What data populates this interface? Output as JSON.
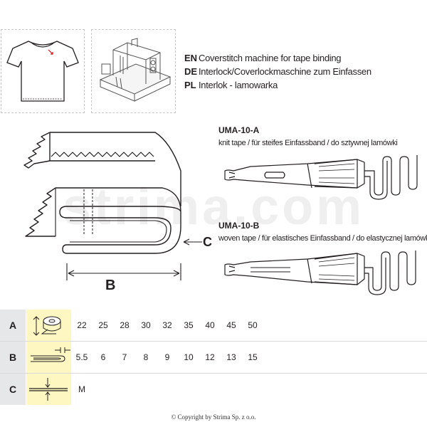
{
  "languages": [
    {
      "code": "EN",
      "text": "Coverstitch machine for tape binding"
    },
    {
      "code": "DE",
      "text": "Interlock/Coverlockmaschine zum Einfassen"
    },
    {
      "code": "PL",
      "text": "Interlok - lamowarka"
    }
  ],
  "models": [
    {
      "title": "UMA-10-A",
      "desc": "knit tape / für steifes Einfassband / do sztywnej lamówki"
    },
    {
      "title": "UMA-10-B",
      "desc": "woven tape / für elastisches Einfassband / do elastycznej lamówki"
    }
  ],
  "diagram_labels": {
    "b": "B",
    "c": "C"
  },
  "watermark": "strima.com",
  "table": {
    "rows": [
      {
        "letter": "A",
        "icon": "tape-roll-width-icon",
        "values": [
          "22",
          "25",
          "28",
          "30",
          "32",
          "35",
          "40",
          "45",
          "50"
        ]
      },
      {
        "letter": "B",
        "icon": "folded-width-icon",
        "values": [
          "5.5",
          "6",
          "7",
          "8",
          "9",
          "10",
          "12",
          "13",
          "15"
        ]
      },
      {
        "letter": "C",
        "icon": "thickness-icon",
        "values": [
          "M"
        ]
      }
    ]
  },
  "copyright": "© Copyright by Strima Sp. z o.o.",
  "colors": {
    "table_letter_bg": "#e6e7e8",
    "table_icon_bg": "#fff7c2",
    "line": "#231f20",
    "watermark": "#ececec"
  }
}
